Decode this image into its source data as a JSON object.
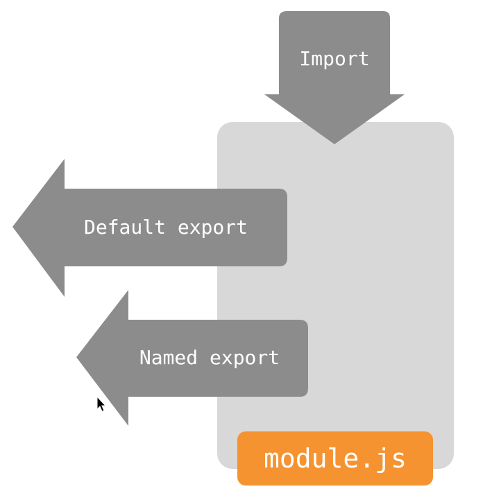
{
  "diagram": {
    "import_label": "Import",
    "default_export_label": "Default export",
    "named_export_label": "Named export",
    "module_name": "module.js"
  },
  "colors": {
    "background": "#ffffff",
    "module_box": "#d8d8d8",
    "arrow": "#8c8c8c",
    "arrow_text": "#ffffff",
    "file_badge": "#f59331",
    "file_badge_text": "#ffffff"
  },
  "icons": {
    "cursor": "mouse-pointer-icon"
  }
}
